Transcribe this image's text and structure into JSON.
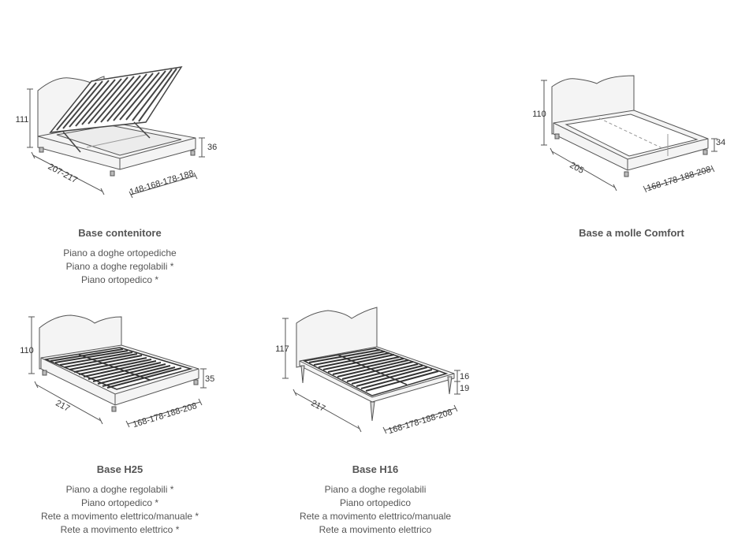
{
  "beds": [
    {
      "title": "Base contenitore",
      "options": [
        "Piano a doghe ortopediche",
        "Piano a doghe regolabili *",
        "Piano ortopedico *"
      ],
      "dimensions": {
        "height": "111",
        "depth": "207-217",
        "width": "148-168-178-188",
        "base": "36"
      }
    },
    {
      "title": "Base a molle Comfort",
      "options": [],
      "dimensions": {
        "height": "110",
        "depth": "205",
        "width": "168-178-188-208",
        "base": "34"
      }
    },
    {
      "title": "Base H25",
      "options": [
        "Piano a doghe regolabili *",
        "Piano ortopedico *",
        "Rete a movimento elettrico/manuale *",
        "Rete a movimento elettrico *"
      ],
      "dimensions": {
        "height": "110",
        "depth": "217",
        "width": "168-178-188-208",
        "base": "35"
      }
    },
    {
      "title": "Base H16",
      "options": [
        "Piano a doghe regolabili",
        "Piano ortopedico",
        "Rete a movimento elettrico/manuale",
        "Rete a movimento elettrico"
      ],
      "dimensions": {
        "height": "117",
        "depth": "217",
        "width": "168-178-188-208",
        "frame": "16",
        "legs": "19"
      }
    }
  ]
}
